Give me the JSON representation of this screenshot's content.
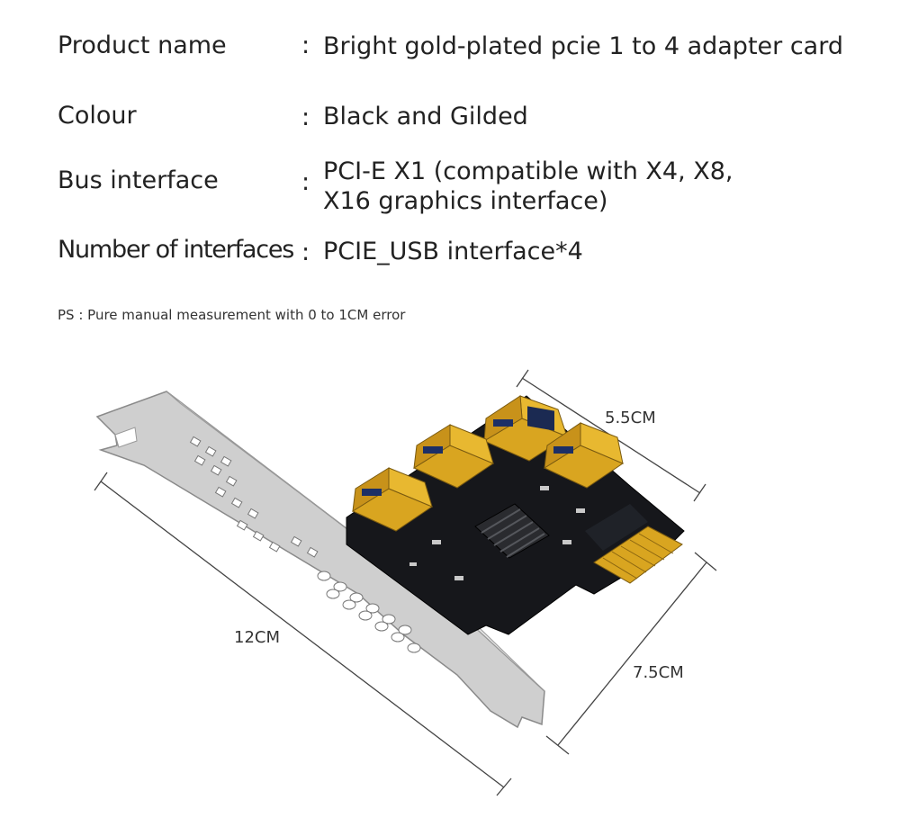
{
  "specs": {
    "colon": ":",
    "product_name": {
      "label": "Product name",
      "value": "Bright gold-plated pcie 1 to 4 adapter card"
    },
    "colour": {
      "label": "Colour",
      "value": "Black and Gilded"
    },
    "bus_interface": {
      "label": "Bus interface",
      "value_line1": "PCI-E X1 (compatible with X4, X8,",
      "value_line2": "X16 graphics interface)"
    },
    "interfaces": {
      "label": "Number of interfaces",
      "value": "PCIE_USB interface*4"
    }
  },
  "note": "PS : Pure manual measurement with 0 to 1CM error",
  "dimensions": {
    "length": "12CM",
    "width": "5.5CM",
    "height": "7.5CM"
  },
  "colors": {
    "gold": "#d9a520",
    "board": "#15161a",
    "bracket": "#d4d4d4",
    "text": "#222222"
  }
}
